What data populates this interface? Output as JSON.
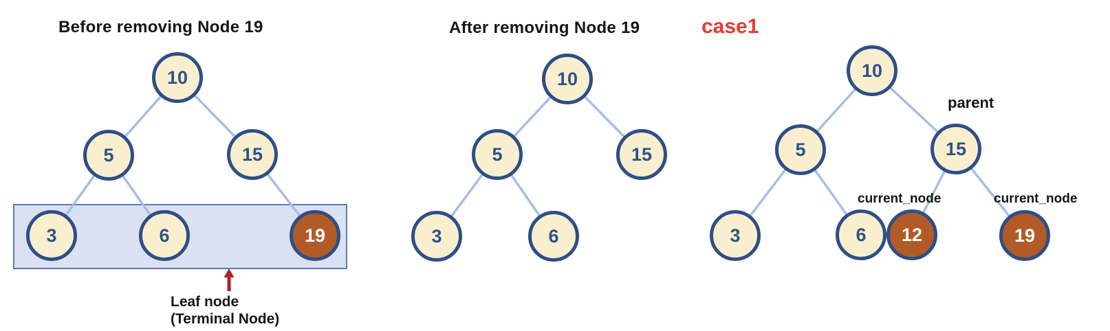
{
  "colors": {
    "node_fill": "#f9efcf",
    "node_border": "#2e4e86",
    "node_text": "#2f5288",
    "removed_node_fill": "#b25b27",
    "removed_node_text": "#ffffff",
    "edge": "#a5bfe6",
    "leaf_band_fill": "#d9e1f2",
    "leaf_band_border": "#6079ad",
    "arrow": "#b52025",
    "case_label_color": "#e8392e",
    "title_color": "#151515"
  },
  "diagrams": {
    "before": {
      "title": "Before removing Node 19",
      "nodes": {
        "n10": "10",
        "n5": "5",
        "n15": "15",
        "n3": "3",
        "n6": "6",
        "n19": "19"
      },
      "edges": [
        "10-5",
        "10-15",
        "5-3",
        "5-6",
        "15-19"
      ],
      "highlighted_node": "19",
      "leaf_caption_line1": "Leaf node",
      "leaf_caption_line2": "(Terminal Node)"
    },
    "after": {
      "title": "After removing Node 19",
      "nodes": {
        "n10": "10",
        "n5": "5",
        "n15": "15",
        "n3": "3",
        "n6": "6"
      },
      "edges": [
        "10-5",
        "10-15",
        "5-3",
        "5-6"
      ]
    },
    "case1": {
      "case_label": "case1",
      "parent_label": "parent",
      "current_node_label_left": "current_node",
      "current_node_label_right": "current_node",
      "nodes": {
        "n10": "10",
        "n5": "5",
        "n15": "15",
        "n3": "3",
        "n6": "6",
        "n12": "12",
        "n19": "19"
      },
      "edges": [
        "10-5",
        "10-15",
        "5-3",
        "5-6",
        "15-12",
        "15-19"
      ],
      "highlighted_nodes": [
        "12",
        "19"
      ]
    }
  }
}
